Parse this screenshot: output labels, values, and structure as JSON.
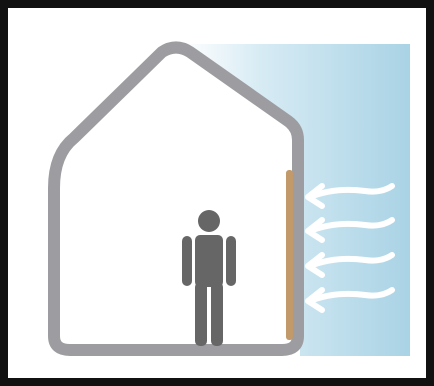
{
  "diagram": {
    "elements": [
      {
        "name": "outer-frame",
        "icon": "frame-border"
      },
      {
        "name": "outside-cold-gradient",
        "icon": "cold-air-gradient"
      },
      {
        "name": "house-outline",
        "icon": "house-icon"
      },
      {
        "name": "insulation-panel",
        "icon": "insulation-board-icon"
      },
      {
        "name": "person",
        "icon": "person-icon"
      },
      {
        "name": "wind-arrows",
        "icon": "cold-wind-arrow-icon",
        "count": 4
      }
    ],
    "colors": {
      "frame": "#111111",
      "background": "#ffffff",
      "house": "#9d9da1",
      "person": "#666666",
      "insulation": "#c1996a",
      "cold_start": "#ffffff",
      "cold_end": "#a9d3e5",
      "arrows": "#ffffff"
    }
  }
}
